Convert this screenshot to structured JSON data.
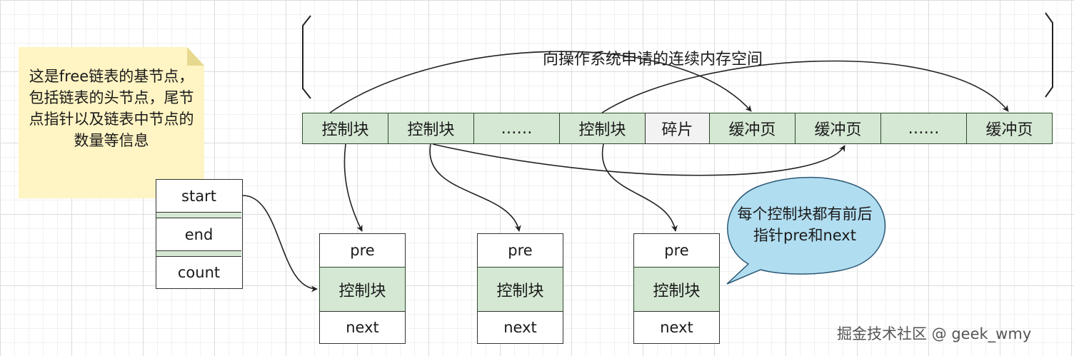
{
  "memory_label": "向操作系统申请的连续内存空间",
  "memory_cells": [
    "控制块",
    "控制块",
    "……",
    "控制块",
    "碎片",
    "缓冲页",
    "缓冲页",
    "……",
    "缓冲页"
  ],
  "note": "这是free链表的基节点，包括链表的头节点，尾节点指针以及链表中节点的数量等信息",
  "base_node": [
    "start",
    "end",
    "count"
  ],
  "control_nodes": [
    {
      "pre": "pre",
      "body": "控制块",
      "next": "next"
    },
    {
      "pre": "pre",
      "body": "控制块",
      "next": "next"
    },
    {
      "pre": "pre",
      "body": "控制块",
      "next": "next"
    }
  ],
  "callout": "每个控制块都有前后指针pre和next",
  "watermark": "掘金技术社区 @ geek_wmy",
  "colors": {
    "green_fill": "#d5e8d4",
    "note_fill": "#fff4c3",
    "callout_fill": "#b1ddf0",
    "fragment_fill": "#f2f2f2"
  }
}
